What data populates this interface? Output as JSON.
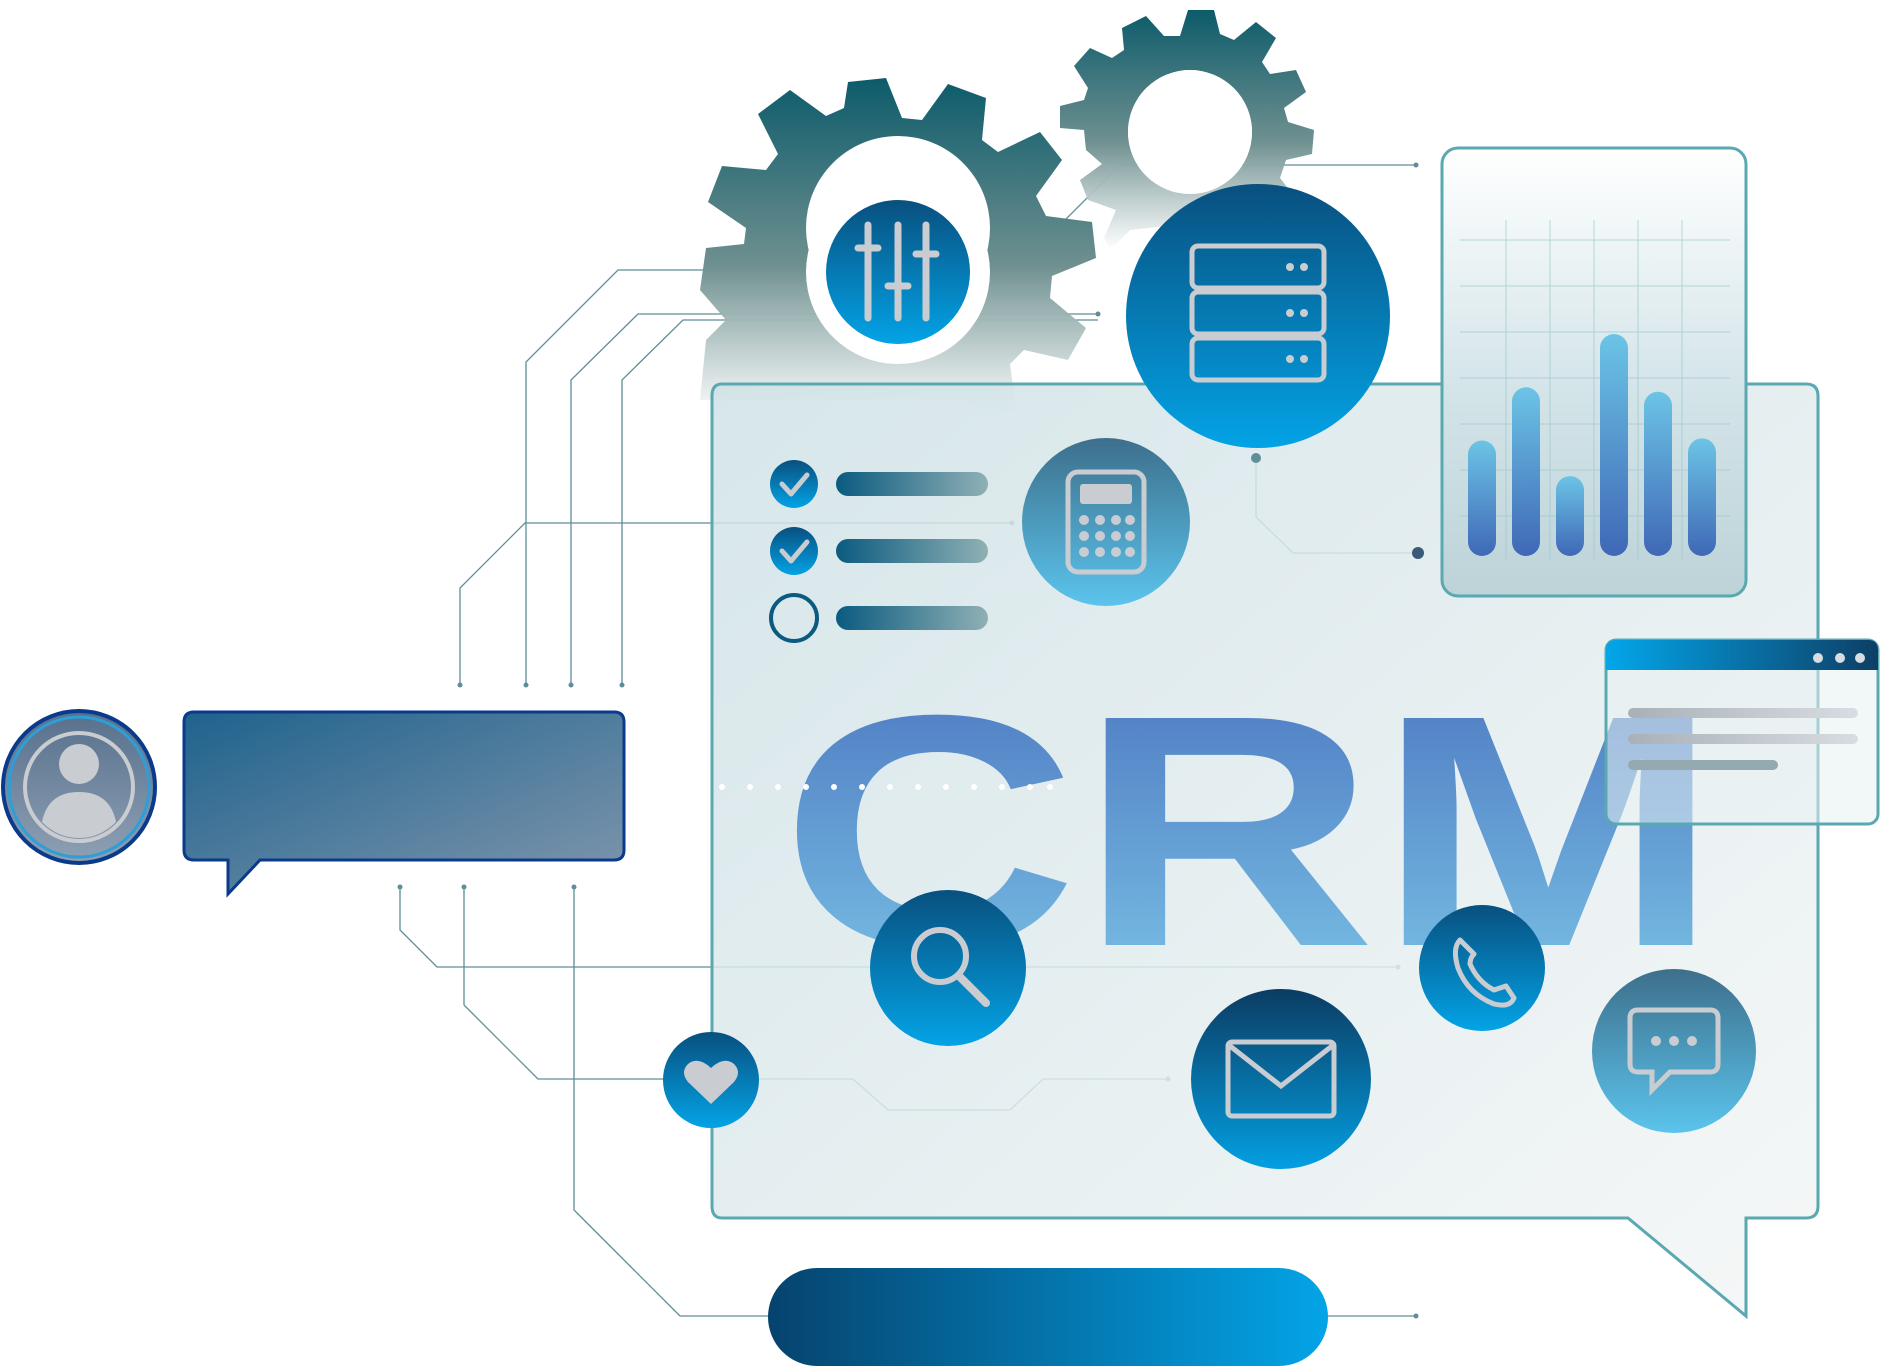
{
  "headline": {
    "text": "CRM"
  },
  "colors": {
    "deep_blue": "#064f7e",
    "bright_blue": "#03a0e3",
    "teal_outline": "#5aa8b0",
    "gear_gray": "#4f7474",
    "icon_gray": "#c9cdd2"
  },
  "checklist": [
    {
      "checked": true
    },
    {
      "checked": true
    },
    {
      "checked": false
    }
  ],
  "bar_chart": {
    "values": [
      0.52,
      0.76,
      0.36,
      1.0,
      0.74,
      0.53
    ]
  },
  "icons": [
    "gear-icon",
    "sliders-icon",
    "server-icon",
    "calculator-icon",
    "bar-chart-icon",
    "browser-window-icon",
    "user-icon",
    "search-icon",
    "phone-icon",
    "chat-icon",
    "mail-icon",
    "heart-icon"
  ]
}
